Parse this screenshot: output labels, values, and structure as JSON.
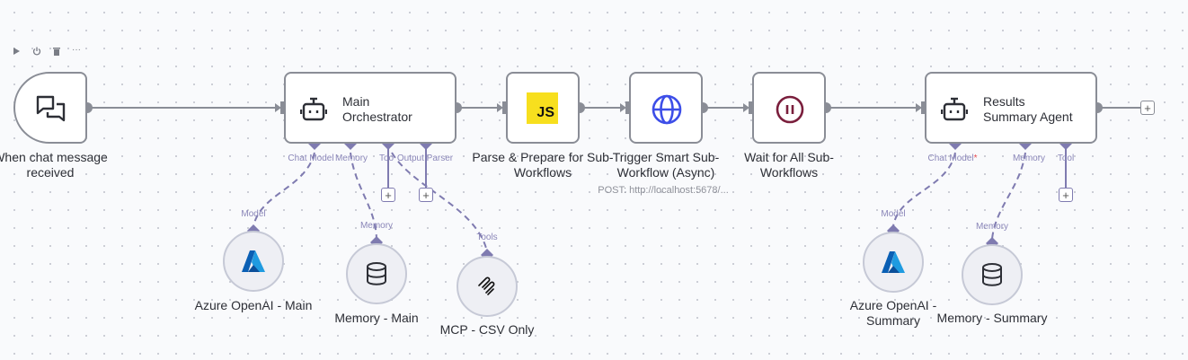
{
  "toolbar": {
    "icons": [
      "play-icon",
      "power-icon",
      "trash-icon",
      "more-icon"
    ],
    "more": "···"
  },
  "nodes": {
    "trigger": {
      "label": "When chat message received",
      "icon": "chat-icon"
    },
    "main": {
      "title_line1": "Main",
      "title_line2": "Orchestrator",
      "icon": "robot-icon",
      "handles": [
        "Chat Model",
        "Memory",
        "Tool",
        "Output Parser"
      ]
    },
    "js": {
      "label_line1": "Parse & Prepare for Sub-",
      "label_line2": "Workflows",
      "icon_text": "JS",
      "icon_color": "#f7df1e"
    },
    "http": {
      "label_line1": "Trigger Smart Sub-",
      "label_line2": "Workflow (Async)",
      "subtitle": "POST: http://localhost:5678/...",
      "icon_color": "#3d4ee8"
    },
    "wait": {
      "label_line1": "Wait for All Sub-",
      "label_line2": "Workflows",
      "icon_color": "#7a1e3c"
    },
    "summary": {
      "title_line1": "Results",
      "title_line2": "Summary Agent",
      "icon": "robot-icon",
      "handles": [
        "Chat Model",
        "Memory",
        "Tool"
      ],
      "required_mark": "*"
    }
  },
  "subnodes": {
    "azure_main": {
      "label": "Azure OpenAI - Main",
      "handle": "Model"
    },
    "memory_main": {
      "label": "Memory - Main",
      "handle": "Memory"
    },
    "mcp": {
      "label": "MCP - CSV Only",
      "handle": "Tools"
    },
    "azure_summary": {
      "label_line1": "Azure OpenAI -",
      "label_line2": "Summary",
      "handle": "Model"
    },
    "memory_summary": {
      "label": "Memory - Summary",
      "handle": "Memory"
    }
  },
  "colors": {
    "wire": "#8a8d96",
    "ai_wire": "#7f7bb0",
    "required": "#e5484d"
  },
  "plus": "+"
}
